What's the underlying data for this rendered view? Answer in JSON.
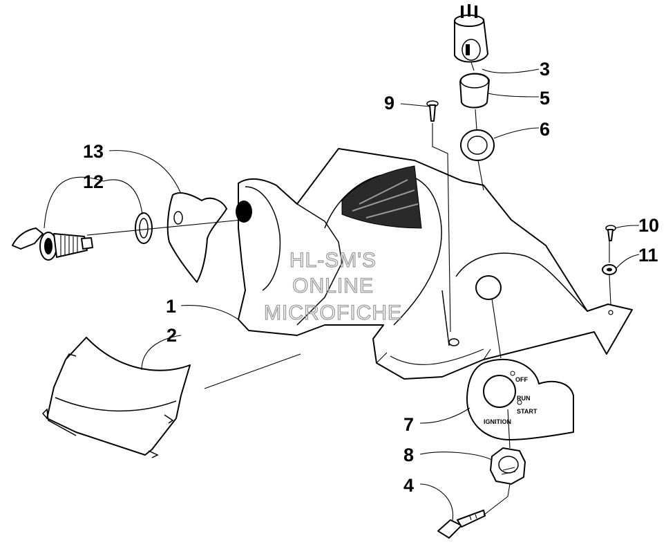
{
  "callouts": [
    {
      "id": "1",
      "label": "1"
    },
    {
      "id": "2",
      "label": "2"
    },
    {
      "id": "3",
      "label": "3"
    },
    {
      "id": "4",
      "label": "4"
    },
    {
      "id": "5",
      "label": "5"
    },
    {
      "id": "6",
      "label": "6"
    },
    {
      "id": "7",
      "label": "7"
    },
    {
      "id": "8",
      "label": "8"
    },
    {
      "id": "9",
      "label": "9"
    },
    {
      "id": "10",
      "label": "10"
    },
    {
      "id": "11",
      "label": "11"
    },
    {
      "id": "12",
      "label": "12"
    },
    {
      "id": "13",
      "label": "13"
    }
  ],
  "ignition_plate": {
    "off": "OFF",
    "run": "RUN",
    "start": "START",
    "ignition": "IGNITION"
  },
  "watermark": {
    "line1": "HL-SM'S",
    "line2": "ONLINE",
    "line3": "MICROFICHE"
  }
}
